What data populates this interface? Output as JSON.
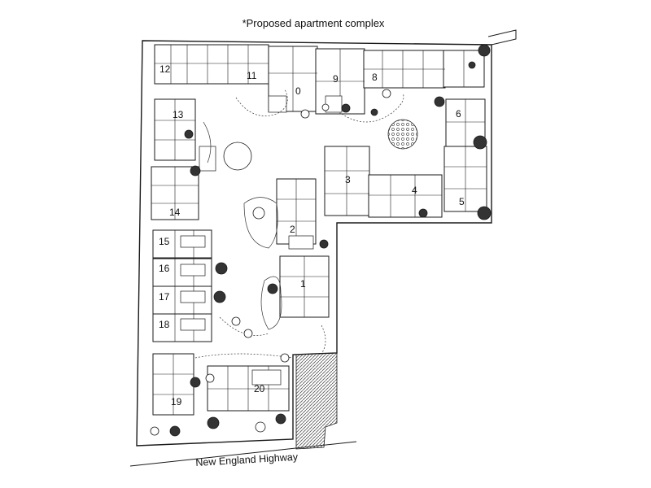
{
  "caption": "*Proposed apartment complex",
  "road_label": "New England Highway",
  "units": [
    "12",
    "11",
    "0",
    "9",
    "8",
    "6",
    "13",
    "14",
    "3",
    "4",
    "5",
    "2",
    "1",
    "15",
    "16",
    "17",
    "18",
    "19",
    "20"
  ],
  "colors": {
    "line": "#1a1a1a",
    "fill": "#ffffff",
    "hatch": "#555555"
  }
}
